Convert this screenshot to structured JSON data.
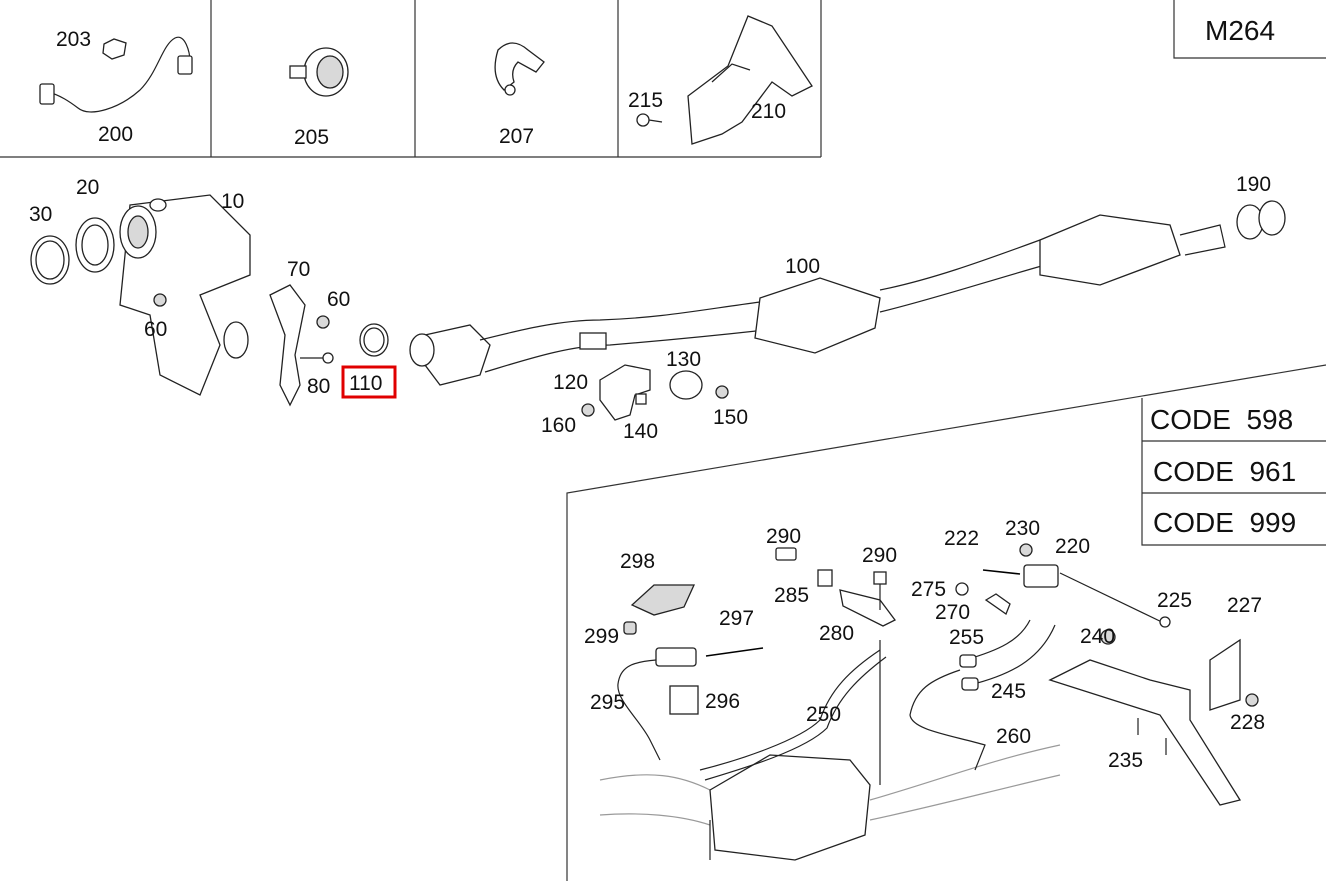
{
  "model_label": "M264",
  "highlighted_part": "110",
  "codes": [
    "CODE  598",
    "CODE  961",
    "CODE  999"
  ],
  "callouts": {
    "p10": "10",
    "p20": "20",
    "p30": "30",
    "p60a": "60",
    "p60b": "60",
    "p70": "70",
    "p80": "80",
    "p100": "100",
    "p110": "110",
    "p120": "120",
    "p130": "130",
    "p140": "140",
    "p150": "150",
    "p160": "160",
    "p190": "190",
    "p200": "200",
    "p203": "203",
    "p205": "205",
    "p207": "207",
    "p210": "210",
    "p215": "215",
    "p220": "220",
    "p222": "222",
    "p225": "225",
    "p227": "227",
    "p228": "228",
    "p230": "230",
    "p235": "235",
    "p240": "240",
    "p245": "245",
    "p250": "250",
    "p255": "255",
    "p260": "260",
    "p270": "270",
    "p275": "275",
    "p280": "280",
    "p285": "285",
    "p290a": "290",
    "p290b": "290",
    "p295": "295",
    "p296": "296",
    "p297": "297",
    "p298": "298",
    "p299": "299"
  },
  "colors": {
    "highlight": "#e00000",
    "line": "#222222",
    "background": "#ffffff"
  }
}
